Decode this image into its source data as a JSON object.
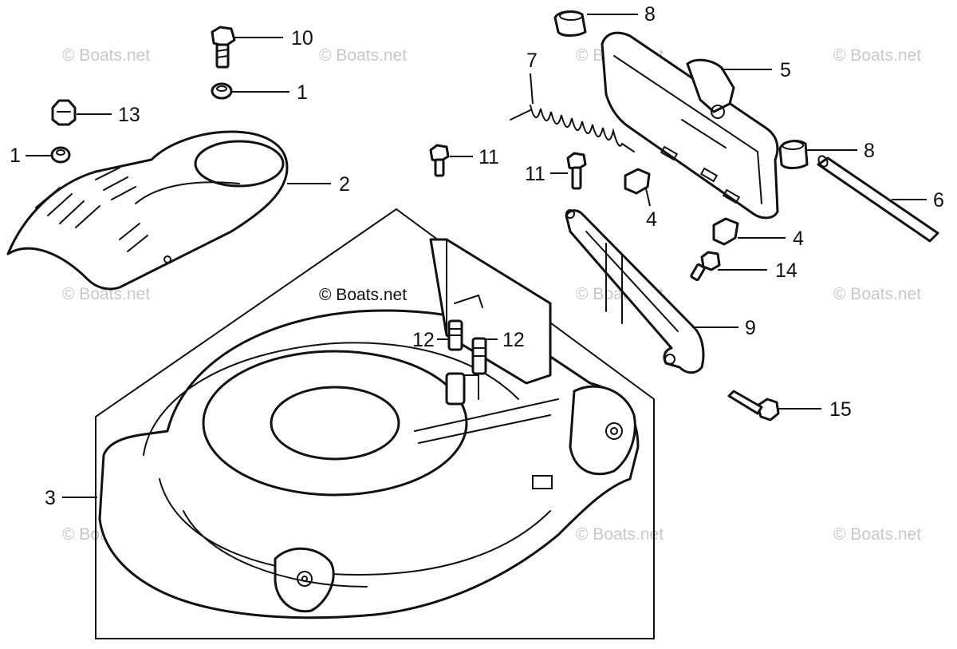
{
  "diagram": {
    "watermark_text": "© Boats.net",
    "center_watermark_text": "© Boats.net",
    "callouts": [
      {
        "id": "c1a",
        "label": "1"
      },
      {
        "id": "c1b",
        "label": "1"
      },
      {
        "id": "c2",
        "label": "2"
      },
      {
        "id": "c3",
        "label": "3"
      },
      {
        "id": "c4a",
        "label": "4"
      },
      {
        "id": "c4b",
        "label": "4"
      },
      {
        "id": "c5",
        "label": "5"
      },
      {
        "id": "c6",
        "label": "6"
      },
      {
        "id": "c7",
        "label": "7"
      },
      {
        "id": "c8a",
        "label": "8"
      },
      {
        "id": "c8b",
        "label": "8"
      },
      {
        "id": "c9",
        "label": "9"
      },
      {
        "id": "c10",
        "label": "10"
      },
      {
        "id": "c11a",
        "label": "11"
      },
      {
        "id": "c11b",
        "label": "11"
      },
      {
        "id": "c12a",
        "label": "12"
      },
      {
        "id": "c12b",
        "label": "12"
      },
      {
        "id": "c13",
        "label": "13"
      },
      {
        "id": "c14",
        "label": "14"
      },
      {
        "id": "c15",
        "label": "15"
      }
    ]
  }
}
